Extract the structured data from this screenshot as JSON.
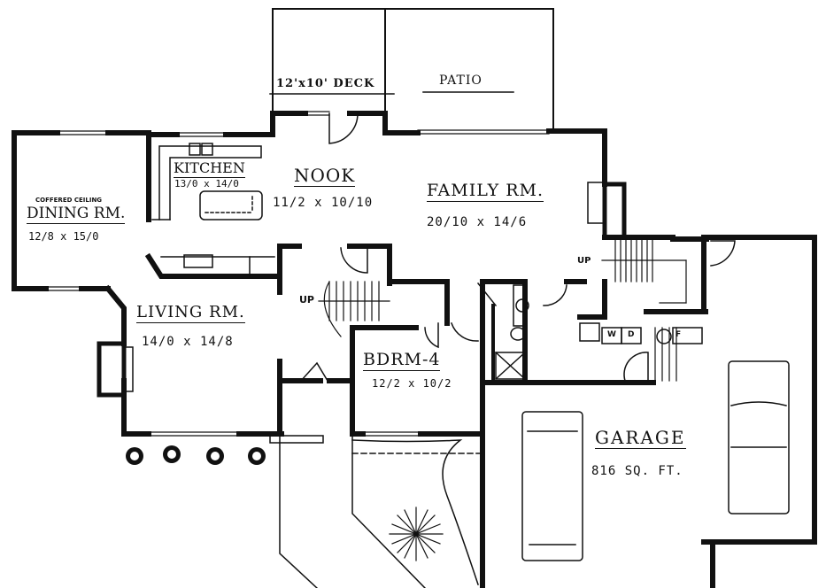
{
  "diagram": {
    "type": "floor_plan",
    "rooms": [
      {
        "id": "deck",
        "name": "12'x10' DECK"
      },
      {
        "id": "patio",
        "name": "PATIO"
      },
      {
        "id": "kitchen",
        "name": "KITCHEN",
        "size": "13/0 x 14/0"
      },
      {
        "id": "nook",
        "name": "NOOK",
        "size": "11/2 x 10/10"
      },
      {
        "id": "family",
        "name": "FAMILY RM.",
        "size": "20/10 x 14/6"
      },
      {
        "id": "dining",
        "name": "DINING RM.",
        "size": "12/8 x 15/0",
        "note": "COFFERED CEILING"
      },
      {
        "id": "living",
        "name": "LIVING RM.",
        "size": "14/0 x 14/8"
      },
      {
        "id": "bedroom4",
        "name": "BDRM-4",
        "size": "12/2 x 10/2"
      },
      {
        "id": "garage",
        "name": "GARAGE",
        "size": "816 SQ. FT."
      }
    ],
    "fixtures": {
      "stairs_up_label": "UP",
      "washer_label": "W",
      "dryer_label": "D",
      "freezer_label": "F"
    },
    "colors": {
      "line": "#111111",
      "background": "#ffffff"
    }
  }
}
